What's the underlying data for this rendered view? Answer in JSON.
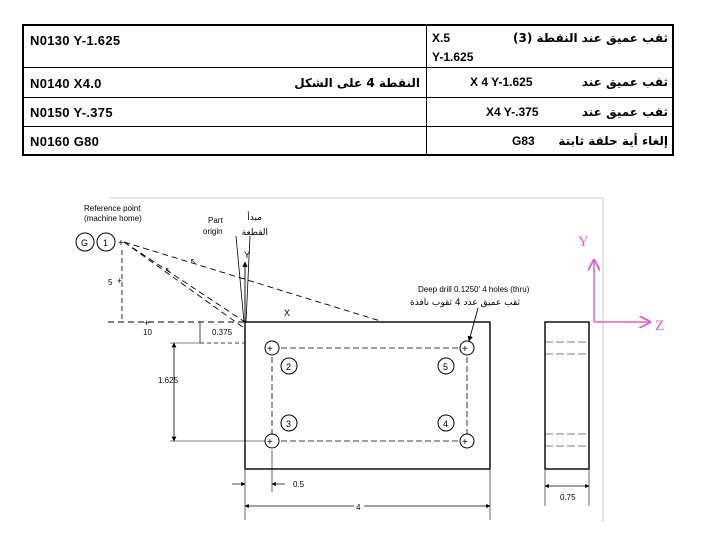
{
  "table": {
    "rows": [
      {
        "code": "N0130 Y-1.625",
        "left_extra": "",
        "right_latin": "X.5",
        "right_latin_2": "Y-1.625",
        "right_arabic": "ثقب عميق عند النقطة (3)"
      },
      {
        "code": "N0140 X4.0",
        "left_extra": "النقطة 4 على الشكل",
        "right_latin": "X 4 Y-1.625",
        "right_latin_2": "",
        "right_arabic": "ثقب عميق عند"
      },
      {
        "code": "N0150 Y-.375",
        "left_extra": "",
        "right_latin": "X4 Y-.375",
        "right_latin_2": "",
        "right_arabic": "ثقب عميق عند"
      },
      {
        "code": "N0160 G80",
        "left_extra": "",
        "right_latin": "G83",
        "right_latin_2": "",
        "right_arabic": "إلغاء أية حلقة ثابتة"
      }
    ]
  },
  "drawing": {
    "reference_point_label_1": "Reference point",
    "reference_point_label_2": "(machine home)",
    "part_origin_label_1": "Part",
    "part_origin_label_2": "origin",
    "part_origin_arabic_1": "مبدأ",
    "part_origin_arabic_2": "القطعة",
    "point_g": "G",
    "point_1": "1",
    "point_2": "2",
    "point_3": "3",
    "point_4": "4",
    "point_5": "5",
    "axis_y_small": "Y",
    "axis_x_small": "X",
    "dim_5": "5",
    "dim_10": "10",
    "dim_0375": "0.375",
    "dim_1625": "1.625",
    "dim_05": "0.5",
    "dim_4": "4",
    "dim_075": "0.75",
    "peck_label": "Deep drill 0.1250' 4 holes (thru)",
    "peck_arabic": "ثقب عميق عدد 4 ثقوب نافذة",
    "axis_y_big": "Y",
    "axis_z_big": "Z",
    "colors": {
      "axis": "#e060c0",
      "ink": "#000000"
    }
  }
}
